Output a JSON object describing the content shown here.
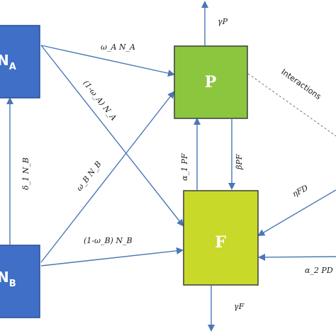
{
  "nodes": {
    "na": {
      "label": "N",
      "sub": "A"
    },
    "nb": {
      "label": "N",
      "sub": "B"
    },
    "p": {
      "label": "P"
    },
    "f": {
      "label": "F"
    }
  },
  "edges": {
    "na_to_p": "ω_A N_A",
    "na_to_f": "(1-ω_A) N_A",
    "nb_to_p": "ω_B N_B",
    "nb_to_f": "(1-ω_B) N_B",
    "nb_to_na": "δ_1 N_B",
    "p_out": "γP",
    "f_out": "γF",
    "f_to_p": "α_1 PF",
    "p_to_f": "βPF",
    "d_to_f_upper": "ηFD",
    "d_to_f_lower": "α_2 PD"
  },
  "annotations": {
    "interactions": "Interactions"
  },
  "colors": {
    "blue_node": "#3f6fc7",
    "p_node": "#8cc63e",
    "f_node": "#c8d92a",
    "arrow": "#4a77b6"
  }
}
